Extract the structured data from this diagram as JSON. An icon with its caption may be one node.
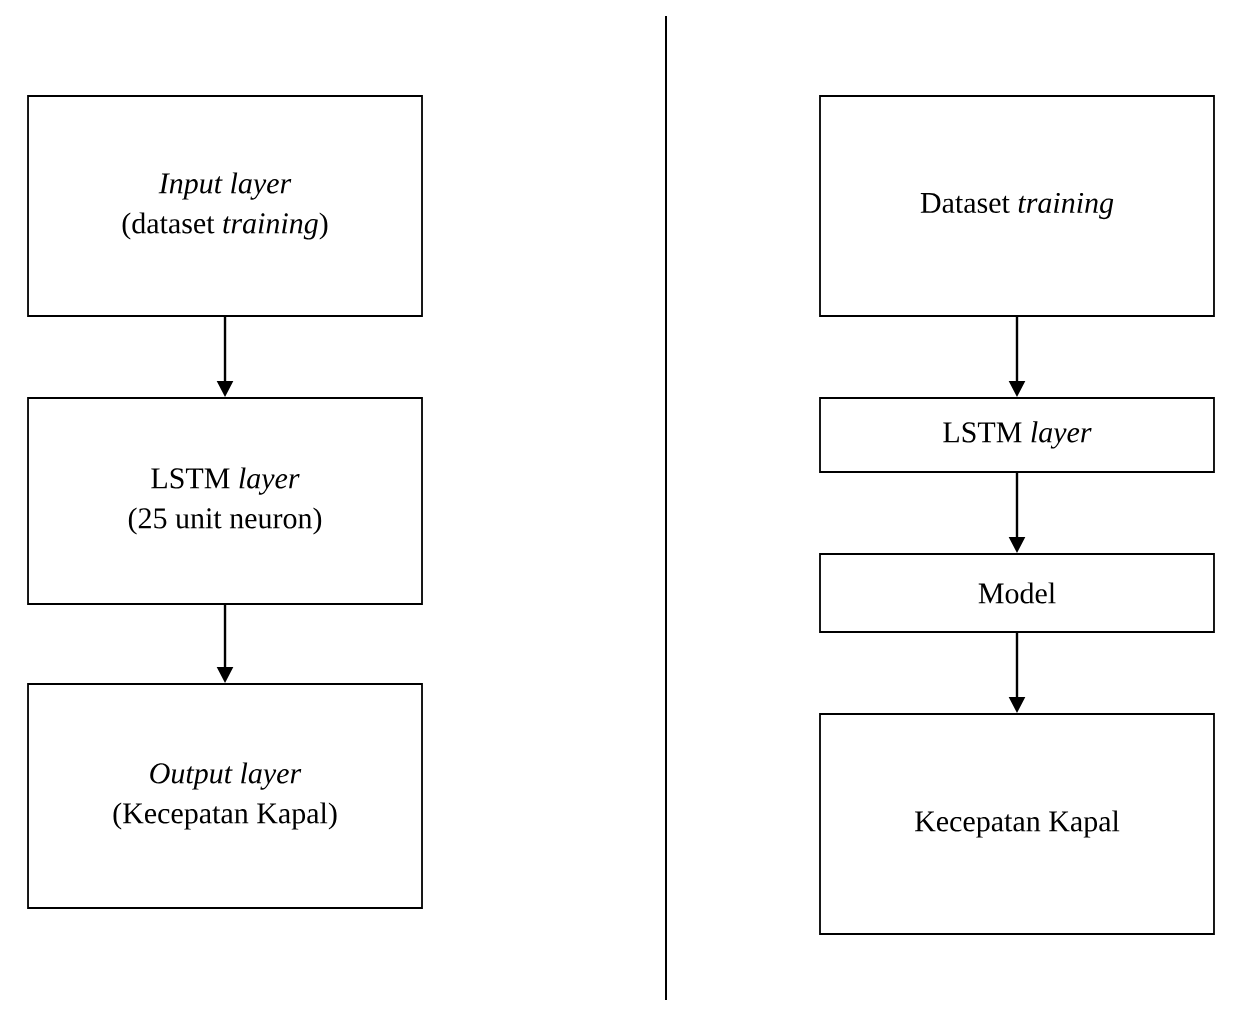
{
  "diagram": {
    "nodes": [
      {
        "text": [
          "*Input layer*",
          "(dataset *training*)"
        ]
      },
      {
        "text": [
          "LSTM *layer*",
          "(25 unit neuron)"
        ]
      },
      {
        "text": [
          "*Output layer*",
          "(Kecepatan Kapal)"
        ]
      },
      {
        "text": [
          "Dataset *training*"
        ]
      },
      {
        "text": [
          "LSTM *layer*"
        ]
      },
      {
        "text": [
          "Model"
        ]
      },
      {
        "text": [
          "Kecepatan Kapal"
        ]
      }
    ],
    "edges": [
      {
        "from": 0,
        "to": 1,
        "arrow": "to"
      },
      {
        "from": 1,
        "to": 2,
        "arrow": "to"
      },
      {
        "from": 3,
        "to": 4,
        "arrow": "to"
      },
      {
        "from": 4,
        "to": 5,
        "arrow": "to"
      },
      {
        "from": 5,
        "to": 6,
        "arrow": "to"
      }
    ]
  }
}
